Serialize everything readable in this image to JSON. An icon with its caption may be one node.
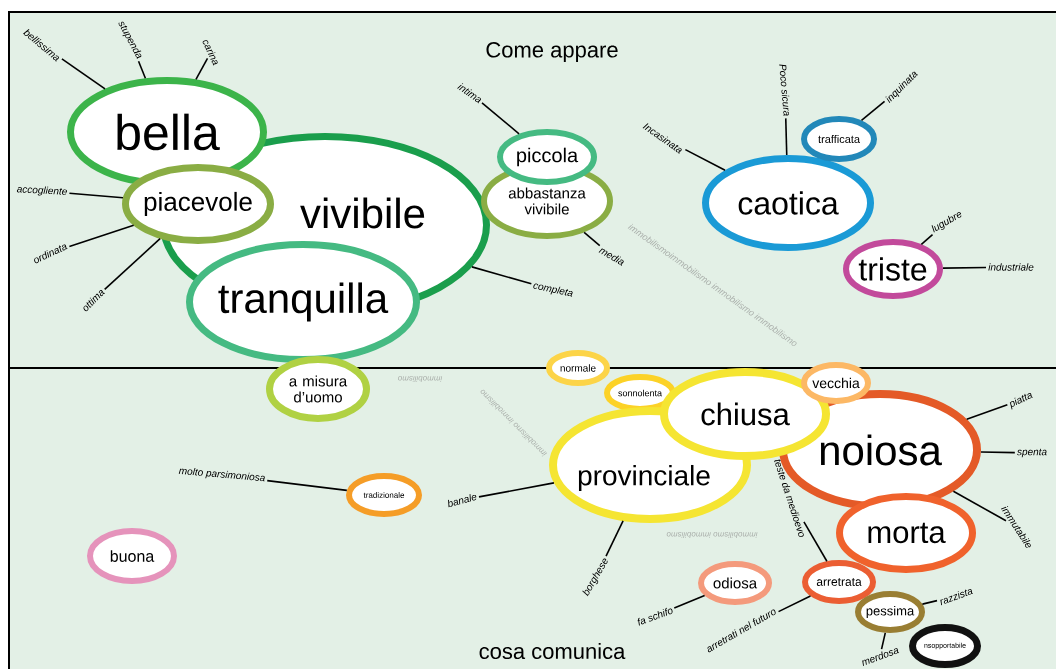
{
  "diagram": {
    "nodes": [
      {
        "text": [
          "bella"
        ]
      },
      {
        "text": [
          "vivibile"
        ]
      },
      {
        "text": [
          "piacevole"
        ]
      },
      {
        "text": [
          "tranquilla"
        ]
      },
      {
        "text": [
          "piccola"
        ]
      },
      {
        "text": [
          "abbastanza vivibile"
        ]
      },
      {
        "text": [
          "caotica"
        ]
      },
      {
        "text": [
          "trafficata"
        ]
      },
      {
        "text": [
          "triste"
        ]
      },
      {
        "text": [
          "a misura d’uomo"
        ]
      },
      {
        "text": [
          "normale"
        ]
      },
      {
        "text": [
          "sonnolenta"
        ]
      },
      {
        "text": [
          "provinciale"
        ]
      },
      {
        "text": [
          "chiusa"
        ]
      },
      {
        "text": [
          "vecchia"
        ]
      },
      {
        "text": [
          "noiosa"
        ]
      },
      {
        "text": [
          "morta"
        ]
      },
      {
        "text": [
          "tradizionale"
        ]
      },
      {
        "text": [
          "buona"
        ]
      },
      {
        "text": [
          "odiosa"
        ]
      },
      {
        "text": [
          "arretrata"
        ]
      },
      {
        "text": [
          "pessima"
        ]
      },
      {
        "text": [
          "nsopportabile"
        ]
      },
      {
        "text": [
          "bellissima"
        ]
      },
      {
        "text": [
          "stupenda"
        ]
      },
      {
        "text": [
          "carina"
        ]
      },
      {
        "text": [
          "accogliente"
        ]
      },
      {
        "text": [
          "ordinata"
        ]
      },
      {
        "text": [
          "ottima"
        ]
      },
      {
        "text": [
          "intima"
        ]
      },
      {
        "text": [
          "media"
        ]
      },
      {
        "text": [
          "completa"
        ]
      },
      {
        "text": [
          "Incasinata"
        ]
      },
      {
        "text": [
          "Poco sicura"
        ]
      },
      {
        "text": [
          "inquinata"
        ]
      },
      {
        "text": [
          "lugubre"
        ]
      },
      {
        "text": [
          "industriale"
        ]
      },
      {
        "text": [
          "molto parsimoniosa"
        ]
      },
      {
        "text": [
          "banale"
        ]
      },
      {
        "text": [
          "borghese"
        ]
      },
      {
        "text": [
          "teste da medioevo"
        ]
      },
      {
        "text": [
          "piatta"
        ]
      },
      {
        "text": [
          "spenta"
        ]
      },
      {
        "text": [
          "immutabile"
        ]
      },
      {
        "text": [
          "fa schifo"
        ]
      },
      {
        "text": [
          "arretrati nel futuro"
        ]
      },
      {
        "text": [
          "razzista"
        ]
      },
      {
        "text": [
          "merdosa"
        ]
      }
    ],
    "edges": [
      {
        "from": 23,
        "to": 0,
        "arrow": "none"
      },
      {
        "from": 24,
        "to": 0,
        "arrow": "none"
      },
      {
        "from": 25,
        "to": 0,
        "arrow": "none"
      },
      {
        "from": 26,
        "to": 2,
        "arrow": "none"
      },
      {
        "from": 27,
        "to": 2,
        "arrow": "none"
      },
      {
        "from": 28,
        "to": 2,
        "arrow": "none"
      },
      {
        "from": 29,
        "to": 4,
        "arrow": "none"
      },
      {
        "from": 30,
        "to": 5,
        "arrow": "none"
      },
      {
        "from": 31,
        "to": 1,
        "arrow": "none"
      },
      {
        "from": 32,
        "to": 6,
        "arrow": "none"
      },
      {
        "from": 33,
        "to": 6,
        "arrow": "none"
      },
      {
        "from": 34,
        "to": 7,
        "arrow": "none"
      },
      {
        "from": 35,
        "to": 8,
        "arrow": "none"
      },
      {
        "from": 36,
        "to": 8,
        "arrow": "none"
      },
      {
        "from": 37,
        "to": 17,
        "arrow": "none"
      },
      {
        "from": 38,
        "to": 12,
        "arrow": "none"
      },
      {
        "from": 39,
        "to": 12,
        "arrow": "none"
      },
      {
        "from": 40,
        "to": 20,
        "arrow": "none"
      },
      {
        "from": 41,
        "to": 15,
        "arrow": "none"
      },
      {
        "from": 42,
        "to": 15,
        "arrow": "none"
      },
      {
        "from": 43,
        "to": 15,
        "arrow": "none"
      },
      {
        "from": 44,
        "to": 19,
        "arrow": "none"
      },
      {
        "from": 45,
        "to": 20,
        "arrow": "none"
      },
      {
        "from": 46,
        "to": 21,
        "arrow": "none"
      },
      {
        "from": 47,
        "to": 21,
        "arrow": "none"
      }
    ],
    "labels": [
      "Come appare",
      "immobilismoimmobilismo immobilismo immobilismo",
      "immobilismo",
      "immobilismo immobilismo",
      "immobilismo immobilismo",
      "cosa comunica"
    ]
  }
}
